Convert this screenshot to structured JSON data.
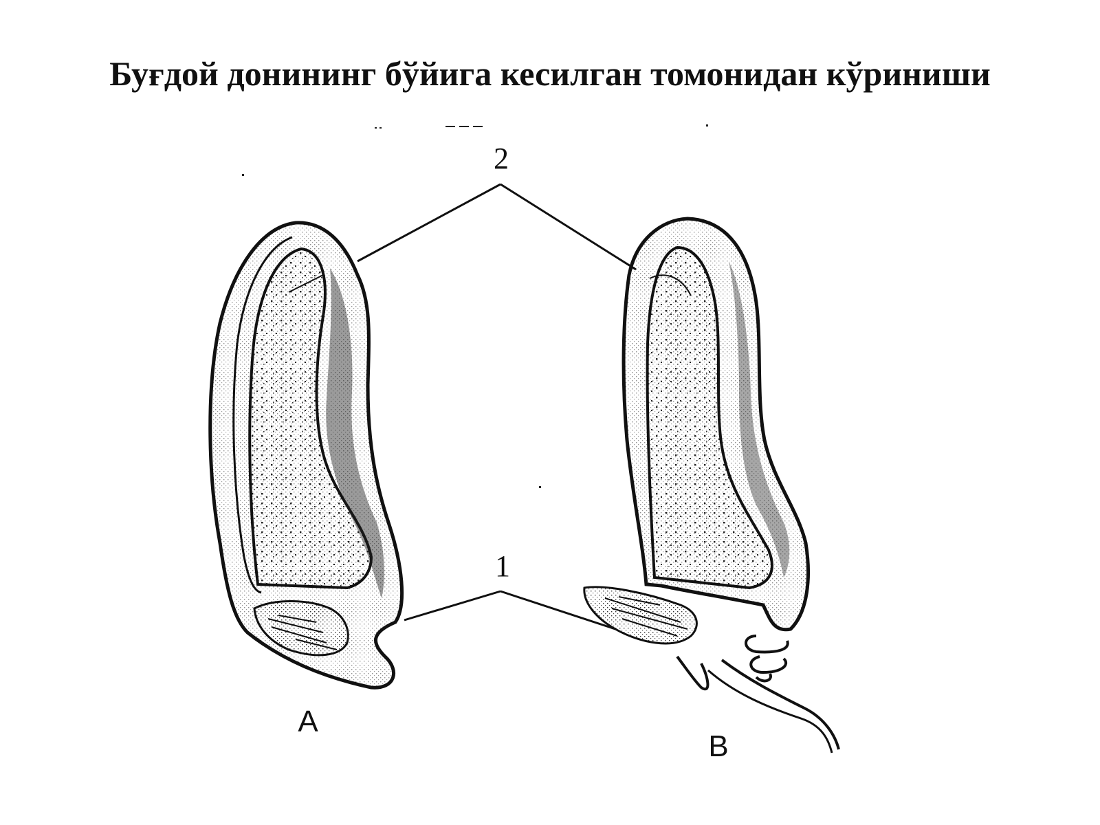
{
  "title": "Буғдой донининг бўйига кесилган томонидан кўриниши",
  "callouts": {
    "top": "2",
    "bottom": "1"
  },
  "panels": {
    "left": "A",
    "right": "B"
  },
  "colors": {
    "ink": "#111111",
    "background": "#ffffff"
  }
}
